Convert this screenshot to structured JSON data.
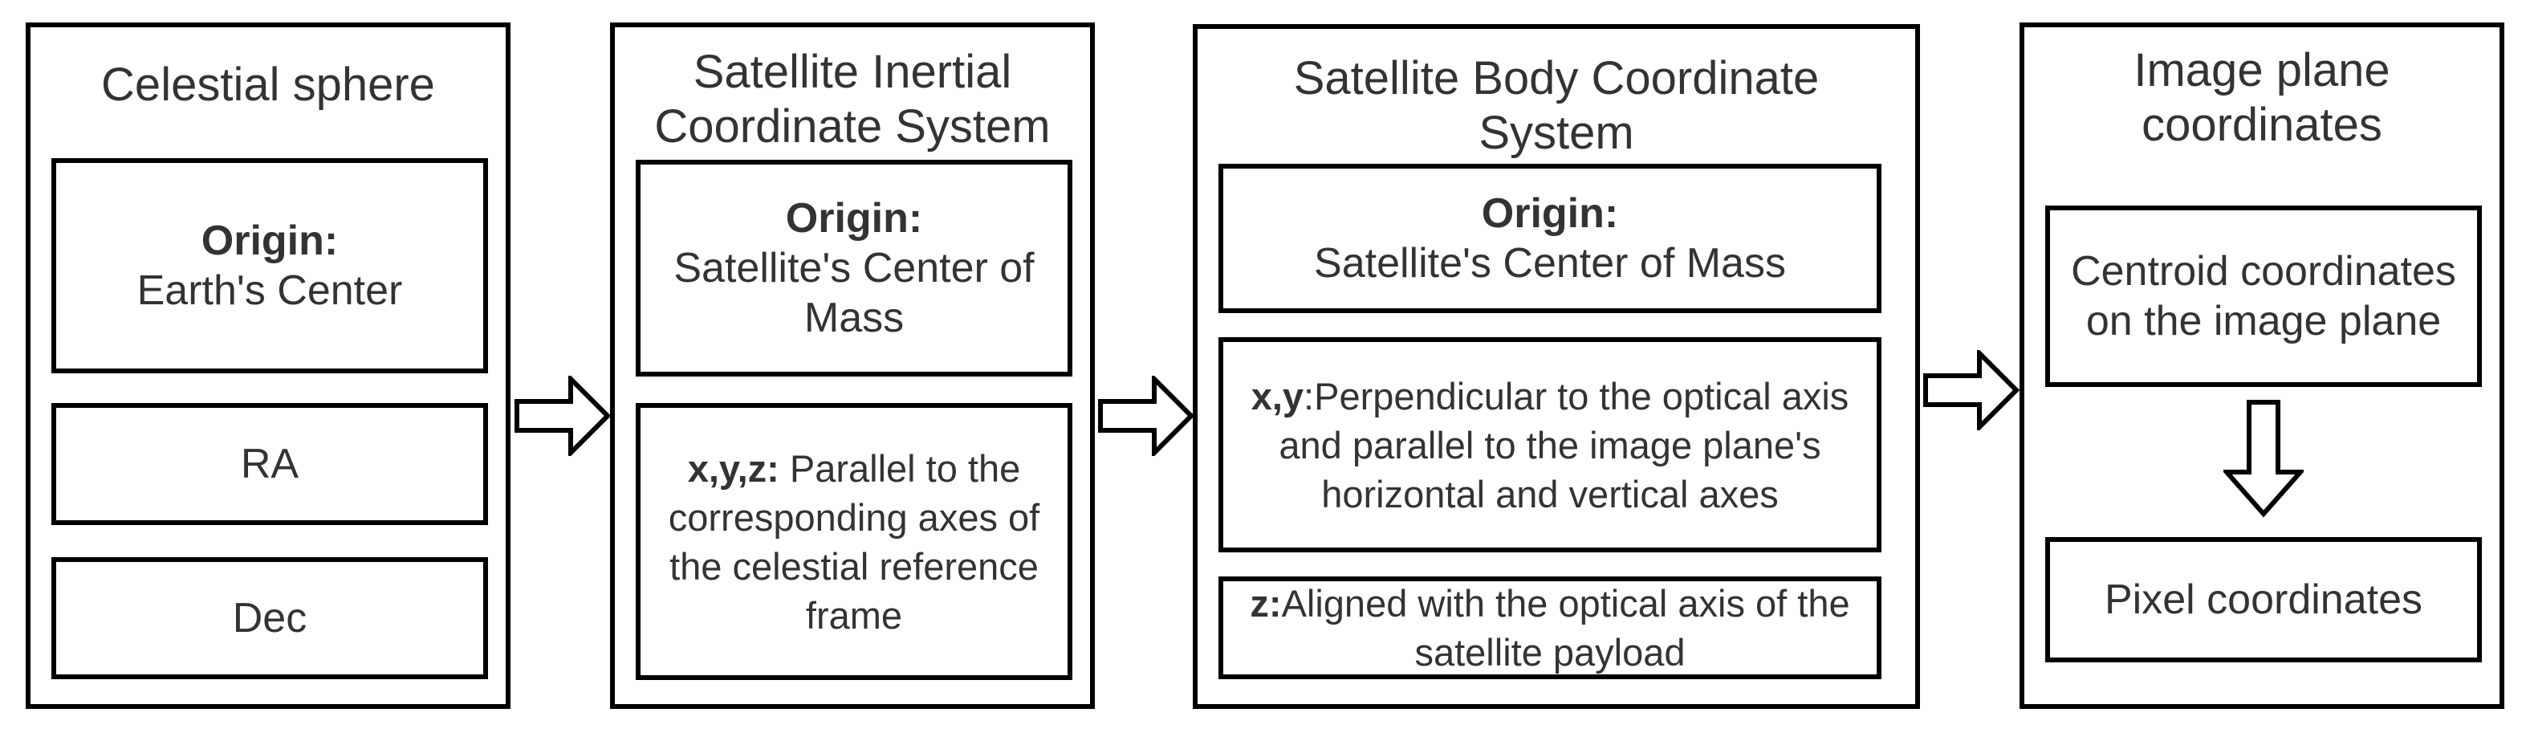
{
  "panels": [
    {
      "title": "Celestial sphere",
      "boxes": [
        {
          "bold": "Origin:",
          "text": "Earth's Center"
        },
        {
          "text": "RA"
        },
        {
          "text": "Dec"
        }
      ]
    },
    {
      "title": "Satellite Inertial Coordinate System",
      "boxes": [
        {
          "bold": "Origin:",
          "text": "Satellite's Center of Mass"
        },
        {
          "bold": "x,y,z:",
          "text": "Parallel to the corresponding axes of the celestial reference frame"
        }
      ]
    },
    {
      "title": "Satellite Body Coordinate System",
      "boxes": [
        {
          "bold": "Origin:",
          "text": "Satellite's Center of Mass"
        },
        {
          "bold": "x,y",
          "text": ":Perpendicular to the optical axis and parallel to the image plane's horizontal and vertical axes"
        },
        {
          "bold": "z:",
          "text": "Aligned with the optical axis of the satellite payload"
        }
      ]
    },
    {
      "title": "Image plane coordinates",
      "boxes": [
        {
          "text": "Centroid coordinates on the image plane"
        },
        {
          "text": "Pixel coordinates"
        }
      ]
    }
  ]
}
